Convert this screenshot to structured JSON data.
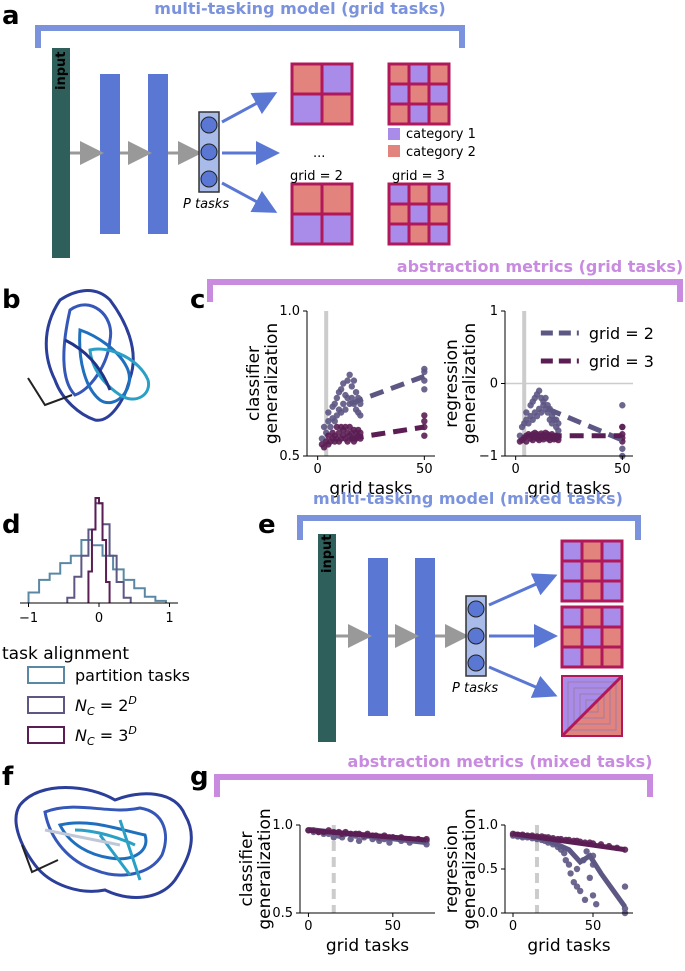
{
  "panels": {
    "a": {
      "label": "a",
      "title": "multi-tasking model (grid tasks)",
      "input_label": "input",
      "ptasks": "P tasks",
      "ellipsis": "...",
      "grid2": "grid = 2",
      "grid3": "grid = 3",
      "cat1": "category 1",
      "cat2": "category 2"
    },
    "b": {
      "label": "b"
    },
    "c": {
      "label": "c",
      "title": "abstraction metrics (grid tasks)"
    },
    "d": {
      "label": "d"
    },
    "e": {
      "label": "e",
      "title": "multi-tasking model (mixed tasks)",
      "input_label": "input",
      "ptasks": "P tasks"
    },
    "f": {
      "label": "f"
    },
    "g": {
      "label": "g",
      "title": "abstraction metrics (mixed tasks)"
    }
  },
  "colors": {
    "blue_bracket": "#7b93dc",
    "purple_bracket": "#c88be0",
    "input_bar": "#2f5f5a",
    "hidden_bar": "#5b77d4",
    "grid_border": "#b0185a",
    "cat1": "#a98cea",
    "cat2": "#e2847d",
    "grid2": "#5d5784",
    "grid3": "#5b1e54",
    "partition": "#5a88a4"
  },
  "chart_data": [
    {
      "id": "c-left",
      "type": "scatter",
      "xlabel": "grid tasks",
      "ylabel": "classifier generalization",
      "xlim": [
        -5,
        55
      ],
      "ylim": [
        0.5,
        1.0
      ],
      "xticks": [
        0,
        50
      ],
      "yticks": [
        0.5,
        1.0
      ],
      "ytick_labels": [
        "0.5",
        "1.0"
      ],
      "vline": 4,
      "series": [
        {
          "name": "grid = 2",
          "fit_x": [
            15,
            50
          ],
          "fit_y": [
            0.68,
            0.775
          ],
          "points_x": [
            2,
            3,
            4,
            5,
            5,
            6,
            7,
            7,
            8,
            8,
            9,
            9,
            10,
            10,
            11,
            11,
            12,
            12,
            13,
            13,
            14,
            14,
            15,
            15,
            16,
            16,
            17,
            17,
            18,
            18,
            19,
            19,
            20,
            20,
            50,
            50,
            50,
            50
          ],
          "points_y": [
            0.56,
            0.6,
            0.58,
            0.62,
            0.65,
            0.6,
            0.63,
            0.67,
            0.62,
            0.68,
            0.64,
            0.7,
            0.66,
            0.72,
            0.65,
            0.73,
            0.68,
            0.75,
            0.66,
            0.71,
            0.7,
            0.76,
            0.68,
            0.78,
            0.7,
            0.74,
            0.68,
            0.76,
            0.66,
            0.72,
            0.65,
            0.7,
            0.64,
            0.68,
            0.73,
            0.76,
            0.79,
            0.8
          ]
        },
        {
          "name": "grid = 3",
          "fit_x": [
            15,
            50
          ],
          "fit_y": [
            0.56,
            0.6
          ],
          "points_x": [
            2,
            3,
            4,
            5,
            5,
            6,
            7,
            7,
            8,
            8,
            9,
            9,
            10,
            10,
            11,
            11,
            12,
            12,
            13,
            13,
            14,
            14,
            15,
            15,
            16,
            16,
            17,
            17,
            18,
            18,
            19,
            19,
            20,
            20,
            50,
            50,
            50,
            50
          ],
          "points_y": [
            0.54,
            0.53,
            0.55,
            0.54,
            0.57,
            0.55,
            0.56,
            0.58,
            0.55,
            0.57,
            0.56,
            0.6,
            0.55,
            0.58,
            0.56,
            0.6,
            0.57,
            0.59,
            0.56,
            0.6,
            0.55,
            0.58,
            0.57,
            0.6,
            0.56,
            0.58,
            0.55,
            0.59,
            0.56,
            0.58,
            0.57,
            0.59,
            0.56,
            0.58,
            0.57,
            0.6,
            0.62,
            0.64
          ]
        }
      ]
    },
    {
      "id": "c-right",
      "type": "scatter",
      "xlabel": "grid tasks",
      "ylabel": "regression generalization",
      "xlim": [
        -5,
        55
      ],
      "ylim": [
        -1,
        1
      ],
      "xticks": [
        0,
        50
      ],
      "yticks": [
        -1,
        0,
        1
      ],
      "ytick_labels": [
        "−1",
        "0",
        "1"
      ],
      "vline": 4,
      "hline": 0,
      "legend": [
        "grid = 2",
        "grid = 3"
      ],
      "series": [
        {
          "name": "grid = 2",
          "fit_x": [
            15,
            50
          ],
          "fit_y": [
            -0.35,
            -0.78
          ],
          "points_x": [
            2,
            3,
            4,
            5,
            5,
            6,
            7,
            7,
            8,
            8,
            9,
            9,
            10,
            10,
            11,
            11,
            12,
            12,
            13,
            13,
            14,
            14,
            15,
            15,
            16,
            16,
            17,
            17,
            18,
            18,
            19,
            19,
            20,
            20,
            50,
            50,
            50,
            50
          ],
          "points_y": [
            -0.72,
            -0.6,
            -0.55,
            -0.5,
            -0.4,
            -0.55,
            -0.45,
            -0.3,
            -0.5,
            -0.25,
            -0.4,
            -0.2,
            -0.45,
            -0.15,
            -0.35,
            -0.1,
            -0.4,
            -0.2,
            -0.3,
            -0.25,
            -0.35,
            -0.2,
            -0.4,
            -0.3,
            -0.5,
            -0.35,
            -0.45,
            -0.55,
            -0.5,
            -0.4,
            -0.6,
            -0.5,
            -0.65,
            -0.55,
            -0.3,
            -0.6,
            -0.9,
            -1.0
          ]
        },
        {
          "name": "grid = 3",
          "fit_x": [
            15,
            50
          ],
          "fit_y": [
            -0.72,
            -0.72
          ],
          "points_x": [
            2,
            3,
            4,
            5,
            5,
            6,
            7,
            7,
            8,
            8,
            9,
            9,
            10,
            10,
            11,
            11,
            12,
            12,
            13,
            13,
            14,
            14,
            15,
            15,
            16,
            16,
            17,
            17,
            18,
            18,
            19,
            19,
            20,
            20,
            50,
            50,
            50,
            50
          ],
          "points_y": [
            -0.8,
            -0.78,
            -0.75,
            -0.72,
            -0.8,
            -0.7,
            -0.76,
            -0.72,
            -0.78,
            -0.7,
            -0.74,
            -0.68,
            -0.76,
            -0.7,
            -0.78,
            -0.72,
            -0.75,
            -0.69,
            -0.77,
            -0.71,
            -0.74,
            -0.68,
            -0.76,
            -0.7,
            -0.78,
            -0.72,
            -0.75,
            -0.7,
            -0.77,
            -0.73,
            -0.76,
            -0.72,
            -0.78,
            -0.74,
            -0.6,
            -0.7,
            -0.8,
            -0.75
          ]
        }
      ]
    },
    {
      "id": "d",
      "type": "histogram",
      "xlabel": "task alignment",
      "xlim": [
        -1.05,
        1.05
      ],
      "xticks": [
        -1,
        0,
        1
      ],
      "xtick_labels": [
        "−1",
        "0",
        "1"
      ],
      "legend": [
        "partition tasks",
        "N_C = 2^D",
        "N_C = 3^D"
      ],
      "series": [
        {
          "name": "partition tasks",
          "edges": [
            -1.0,
            -0.85,
            -0.7,
            -0.55,
            -0.4,
            -0.25,
            -0.1,
            0.05,
            0.2,
            0.35,
            0.5,
            0.65,
            0.8,
            0.95
          ],
          "counts": [
            0.1,
            0.22,
            0.28,
            0.38,
            0.45,
            0.6,
            0.55,
            0.45,
            0.32,
            0.22,
            0.14,
            0.06,
            0.02
          ]
        },
        {
          "name": "N_C = 2^D",
          "edges": [
            -0.45,
            -0.35,
            -0.25,
            -0.15,
            -0.05,
            0.05,
            0.15,
            0.25,
            0.35,
            0.45
          ],
          "counts": [
            0.05,
            0.25,
            0.45,
            0.7,
            0.95,
            0.75,
            0.45,
            0.2,
            0.05
          ]
        },
        {
          "name": "N_C = 3^D",
          "edges": [
            -0.15,
            -0.1,
            -0.05,
            0.0,
            0.05,
            0.1,
            0.15
          ],
          "counts": [
            0.3,
            0.7,
            1.0,
            0.95,
            0.6,
            0.2
          ]
        }
      ]
    },
    {
      "id": "g-left",
      "type": "scatter",
      "xlabel": "grid tasks",
      "ylabel": "classifier generalization",
      "xlim": [
        -5,
        75
      ],
      "ylim": [
        0.5,
        1.0
      ],
      "xticks": [
        0,
        50
      ],
      "yticks": [
        0.5,
        1.0
      ],
      "ytick_labels": [
        "0.5",
        "1.0"
      ],
      "vline": 15,
      "series": [
        {
          "name": "grid = 2",
          "fit_x": [
            0,
            70
          ],
          "fit_y": [
            0.975,
            0.9
          ],
          "points_x": [
            0,
            3,
            6,
            9,
            12,
            15,
            18,
            20,
            22,
            25,
            28,
            30,
            33,
            35,
            38,
            40,
            42,
            45,
            48,
            50,
            55,
            60,
            65,
            70,
            70
          ],
          "points_y": [
            0.97,
            0.96,
            0.96,
            0.95,
            0.95,
            0.93,
            0.94,
            0.93,
            0.95,
            0.92,
            0.94,
            0.91,
            0.93,
            0.94,
            0.92,
            0.93,
            0.91,
            0.92,
            0.9,
            0.93,
            0.91,
            0.9,
            0.92,
            0.89,
            0.91
          ]
        },
        {
          "name": "grid = 3",
          "fit_x": [
            0,
            70
          ],
          "fit_y": [
            0.97,
            0.915
          ],
          "points_x": [
            0,
            3,
            6,
            9,
            12,
            15,
            18,
            20,
            22,
            25,
            28,
            30,
            33,
            35,
            38,
            40,
            42,
            45,
            48,
            50,
            55,
            60,
            65,
            70
          ],
          "points_y": [
            0.97,
            0.97,
            0.96,
            0.96,
            0.97,
            0.96,
            0.96,
            0.95,
            0.96,
            0.95,
            0.95,
            0.95,
            0.94,
            0.95,
            0.94,
            0.94,
            0.93,
            0.94,
            0.93,
            0.93,
            0.93,
            0.92,
            0.92,
            0.92
          ]
        }
      ]
    },
    {
      "id": "g-right",
      "type": "scatter",
      "xlabel": "grid tasks",
      "ylabel": "regression generalization",
      "xlim": [
        -5,
        75
      ],
      "ylim": [
        0.0,
        1.0
      ],
      "xticks": [
        0,
        50
      ],
      "yticks": [
        0.0,
        0.5,
        1.0
      ],
      "ytick_labels": [
        "0.0",
        "0.5",
        "1.0"
      ],
      "vline": 15,
      "series": [
        {
          "name": "grid = 2",
          "fit_x": [
            0,
            20,
            35,
            42,
            48,
            55,
            70
          ],
          "fit_y": [
            0.88,
            0.84,
            0.72,
            0.58,
            0.65,
            0.45,
            0.07
          ],
          "points_x": [
            0,
            3,
            6,
            9,
            12,
            15,
            18,
            20,
            22,
            25,
            28,
            30,
            32,
            33,
            35,
            36,
            38,
            40,
            40,
            42,
            44,
            45,
            46,
            48,
            50,
            50,
            50,
            52,
            70,
            70,
            70
          ],
          "points_y": [
            0.88,
            0.87,
            0.86,
            0.86,
            0.85,
            0.84,
            0.83,
            0.82,
            0.8,
            0.78,
            0.75,
            0.72,
            0.68,
            0.6,
            0.55,
            0.45,
            0.35,
            0.3,
            0.5,
            0.25,
            0.6,
            0.15,
            0.7,
            0.4,
            0.2,
            0.55,
            0.65,
            0.1,
            0.0,
            0.05,
            0.3
          ]
        },
        {
          "name": "grid = 3",
          "fit_x": [
            0,
            70
          ],
          "fit_y": [
            0.9,
            0.72
          ],
          "points_x": [
            0,
            3,
            6,
            9,
            12,
            15,
            18,
            20,
            22,
            25,
            28,
            30,
            33,
            35,
            38,
            40,
            42,
            45,
            48,
            50,
            55,
            60,
            65,
            70
          ],
          "points_y": [
            0.9,
            0.89,
            0.89,
            0.88,
            0.88,
            0.87,
            0.87,
            0.86,
            0.86,
            0.85,
            0.84,
            0.84,
            0.83,
            0.83,
            0.82,
            0.82,
            0.81,
            0.8,
            0.8,
            0.79,
            0.78,
            0.76,
            0.74,
            0.72
          ]
        }
      ]
    }
  ]
}
